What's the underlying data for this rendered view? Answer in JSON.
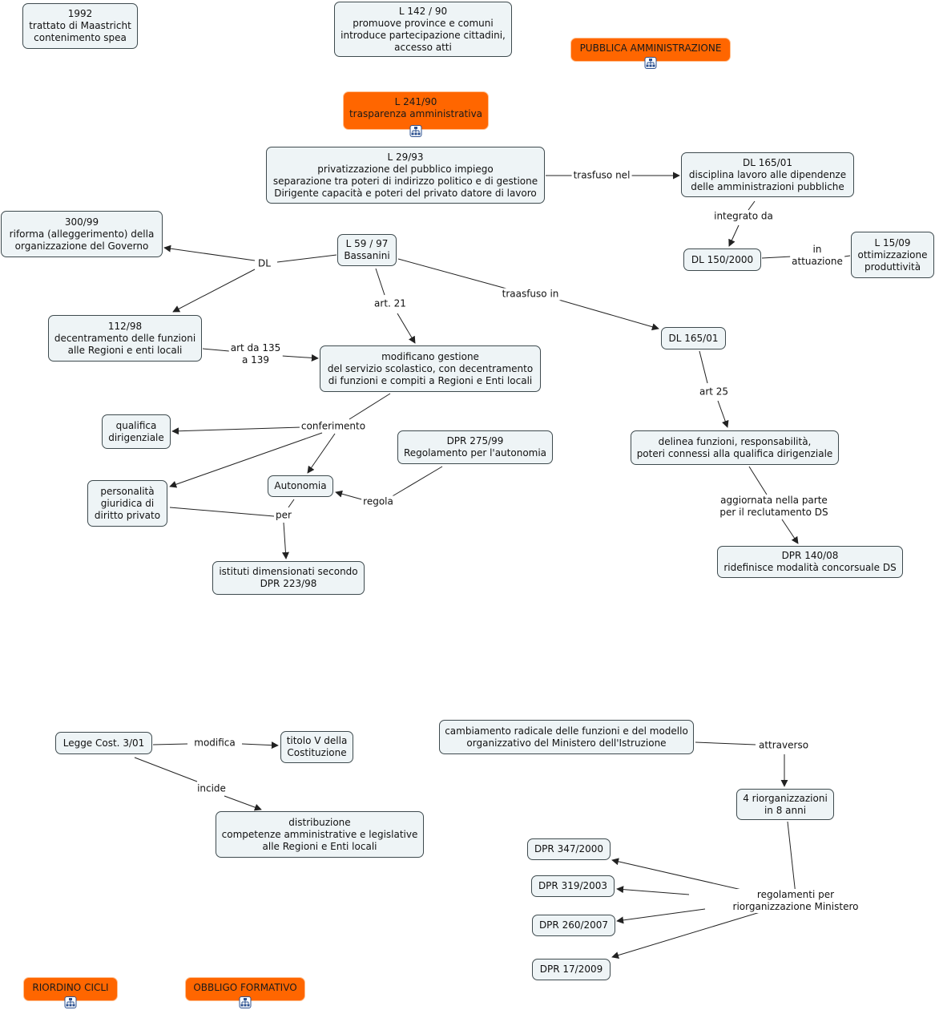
{
  "colors": {
    "node_bg": "#eef4f6",
    "node_border": "#3e4a4e",
    "highlight_bg": "#ff6600",
    "edge": "#222222"
  },
  "nodes": [
    {
      "id": "maastricht",
      "text": "1992\ntrattato di Maastricht\ncontenimento spea"
    },
    {
      "id": "l142",
      "text": "L 142 / 90\npromuove province e comuni\nintroduce partecipazione cittadini,\naccesso atti"
    },
    {
      "id": "pa",
      "text": "PUBBLICA AMMINISTRAZIONE",
      "highlight": true,
      "icon": "concept-map-icon"
    },
    {
      "id": "l241",
      "text": "L 241/90\ntrasparenza amministrativa",
      "highlight": true,
      "icon": "concept-map-icon"
    },
    {
      "id": "l29",
      "text": "L 29/93\nprivatizzazione del pubblico impiego\nseparazione tra poteri di indirizzo politico e di gestione\nDirigente capacità e poteri del privato datore di lavoro"
    },
    {
      "id": "dl165a",
      "text": "DL 165/01\ndisciplina lavoro alle dipendenze\ndelle amministrazioni pubbliche"
    },
    {
      "id": "dl150",
      "text": "DL 150/2000"
    },
    {
      "id": "l1509",
      "text": "L 15/09\nottimizzazione\nproduttività"
    },
    {
      "id": "r300",
      "text": "300/99\nriforma (alleggerimento) della\norganizzazione del Governo"
    },
    {
      "id": "l59",
      "text": "L 59 / 97\nBassanini"
    },
    {
      "id": "d112",
      "text": "112/98\ndecentramento delle funzioni\nalle Regioni e enti locali"
    },
    {
      "id": "modif",
      "text": "modificano gestione\ndel servizio scolastico, con decentramento\ndi funzioni  e compiti a Regioni e Enti locali"
    },
    {
      "id": "dl165b",
      "text": "DL 165/01"
    },
    {
      "id": "qualifica",
      "text": "qualifica\ndirigenziale"
    },
    {
      "id": "dpr275",
      "text": "DPR 275/99\nRegolamento per l'autonomia"
    },
    {
      "id": "delinea",
      "text": "delinea funzioni, responsabilità,\npoteri connessi alla qualifica dirigenziale"
    },
    {
      "id": "personalita",
      "text": "personalità\ngiuridica di\ndiritto privato"
    },
    {
      "id": "autonomia",
      "text": "Autonomia"
    },
    {
      "id": "istituti",
      "text": "istituti dimensionati secondo\nDPR 223/98"
    },
    {
      "id": "dpr140",
      "text": "DPR 140/08\nridefinisce modalità concorsuale DS"
    },
    {
      "id": "legge301",
      "text": "Legge Cost. 3/01"
    },
    {
      "id": "titolov",
      "text": "titolo V della\nCostituzione"
    },
    {
      "id": "distrib",
      "text": "distribuzione\ncompetenze amministrative e legislative\nalle Regioni e Enti locali"
    },
    {
      "id": "cambiamento",
      "text": "cambiamento radicale delle funzioni e del modello\norganizzativo del Ministero dell'Istruzione"
    },
    {
      "id": "riorg4",
      "text": "4 riorganizzazioni\nin 8 anni"
    },
    {
      "id": "dpr347",
      "text": "DPR 347/2000"
    },
    {
      "id": "dpr319",
      "text": "DPR 319/2003"
    },
    {
      "id": "dpr260",
      "text": "DPR 260/2007"
    },
    {
      "id": "dpr17",
      "text": "DPR 17/2009"
    },
    {
      "id": "riordino",
      "text": "RIORDINO CICLI",
      "highlight": true,
      "icon": "concept-map-icon"
    },
    {
      "id": "obbligo",
      "text": "OBBLIGO FORMATIVO",
      "highlight": true,
      "icon": "concept-map-icon"
    }
  ],
  "links": [
    {
      "id": "trasfuso",
      "text": "trasfuso nel"
    },
    {
      "id": "integrato",
      "text": "integrato da"
    },
    {
      "id": "inattuazione",
      "text": "in\nattuazione"
    },
    {
      "id": "dl",
      "text": "DL"
    },
    {
      "id": "art21",
      "text": "art. 21"
    },
    {
      "id": "traasfuso",
      "text": "traasfuso in"
    },
    {
      "id": "art135",
      "text": "art da 135\na 139"
    },
    {
      "id": "art25",
      "text": "art 25"
    },
    {
      "id": "conferimento",
      "text": "conferimento"
    },
    {
      "id": "regola",
      "text": "regola"
    },
    {
      "id": "per",
      "text": "per"
    },
    {
      "id": "aggiornata",
      "text": "aggiornata nella parte\nper il reclutamento DS"
    },
    {
      "id": "modifica",
      "text": "modifica"
    },
    {
      "id": "incide",
      "text": "incide"
    },
    {
      "id": "attraverso",
      "text": "attraverso"
    },
    {
      "id": "regolamenti",
      "text": "regolamenti per riorganizzazione Ministero"
    }
  ]
}
